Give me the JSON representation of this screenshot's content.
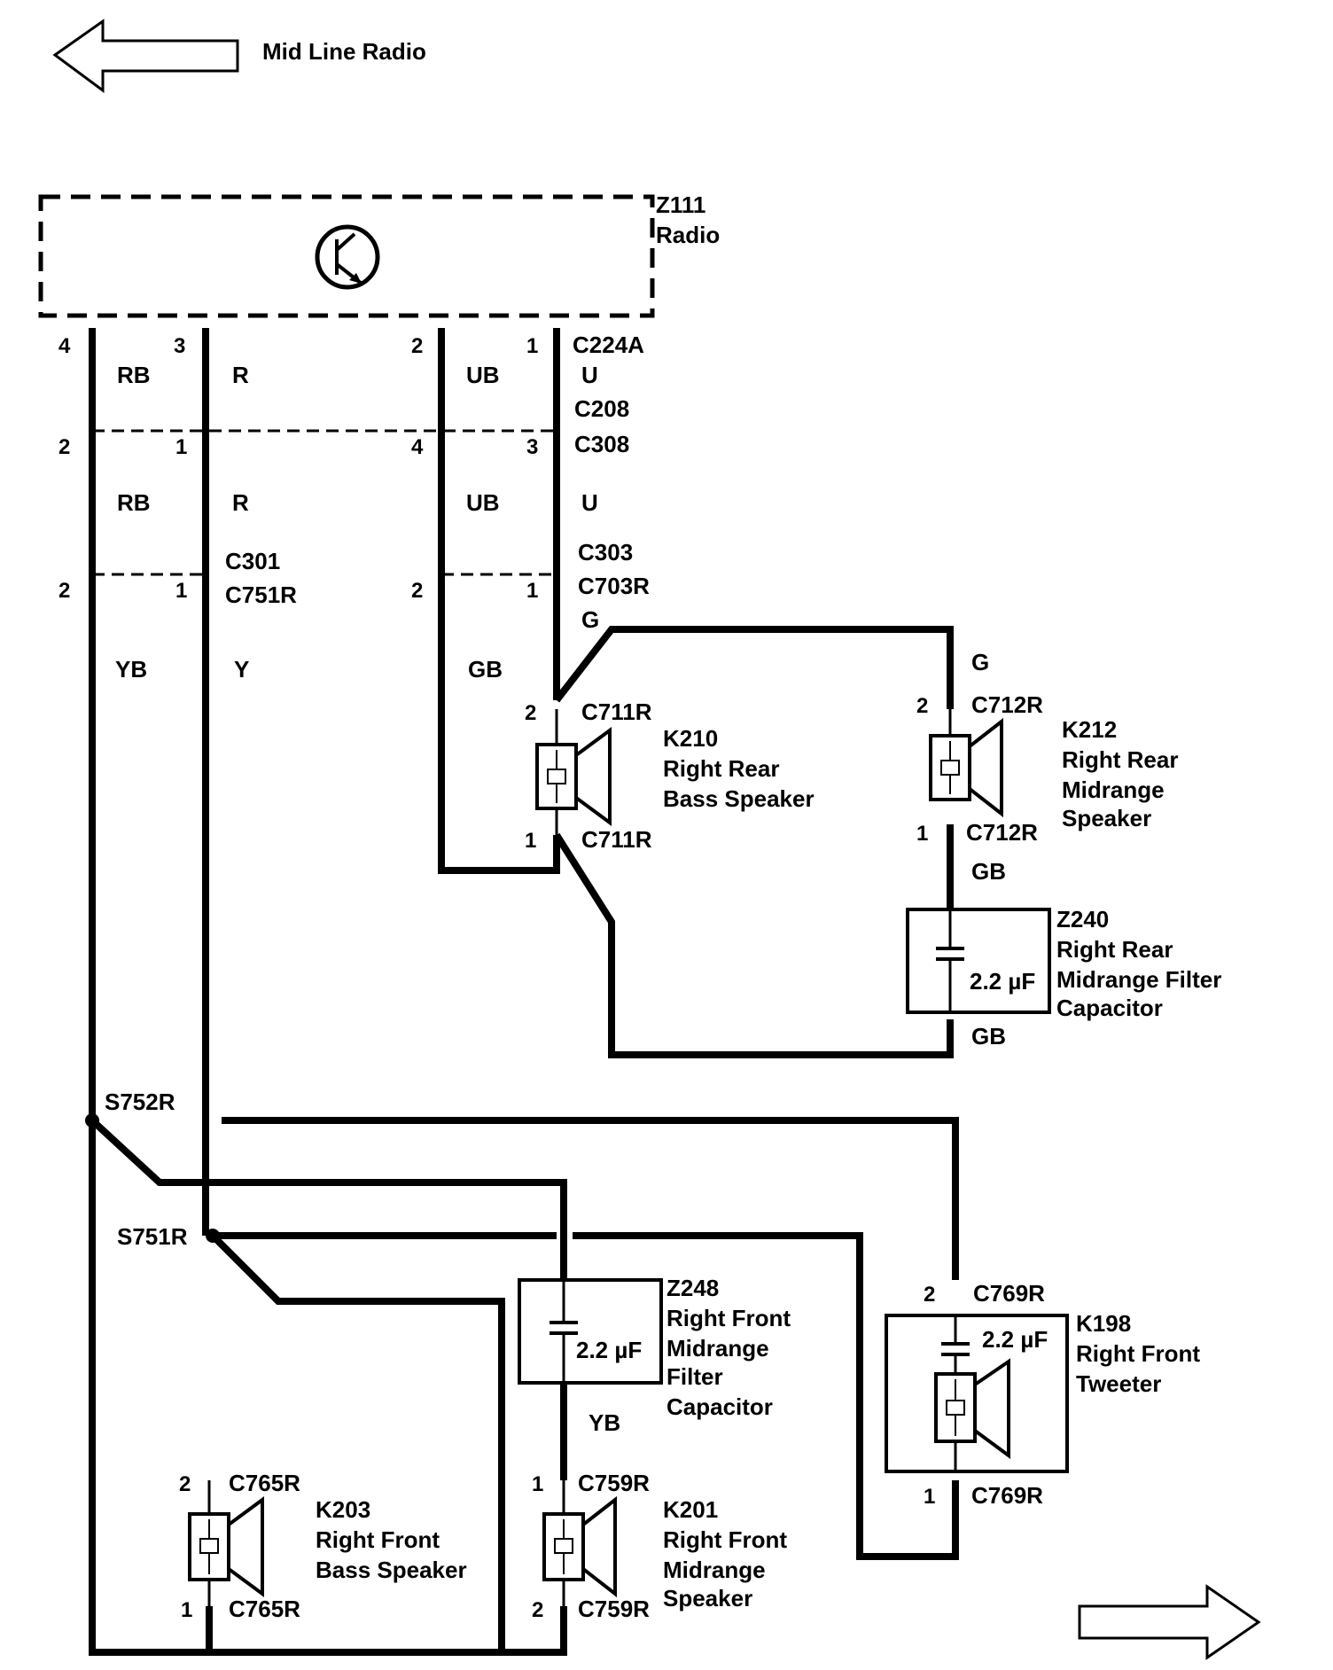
{
  "nav": {
    "left_label": "Mid Line Radio"
  },
  "radio": {
    "id": "Z111",
    "name": "Radio"
  },
  "connectors": {
    "c224a": "C224A",
    "c208": "C208",
    "c308": "C308",
    "c303": "C303",
    "c703r": "C703R",
    "c301": "C301",
    "c751r": "C751R",
    "c711r_top": "C711R",
    "c711r_bottom": "C711R",
    "c712r_top": "C712R",
    "c712r_bottom": "C712R",
    "c769r_top": "C769R",
    "c769r_bottom": "C769R",
    "c765r_top": "C765R",
    "c765r_bottom": "C765R",
    "c759r_top": "C759R",
    "c759r_bottom": "C759R"
  },
  "splices": {
    "s752r": "S752R",
    "s751r": "S751R"
  },
  "wire_colors": {
    "rb_top": "RB",
    "r_top": "R",
    "ub_top": "UB",
    "u_top": "U",
    "rb_mid": "RB",
    "r_mid": "R",
    "ub_mid": "UB",
    "u_mid": "U",
    "yb": "YB",
    "y": "Y",
    "gb_left": "GB",
    "g_k210": "G",
    "g_k212": "G",
    "gb_k212": "GB",
    "gb_z240": "GB",
    "yb_z248": "YB"
  },
  "pins": {
    "radio_4": "4",
    "radio_3": "3",
    "radio_2": "2",
    "radio_1": "1",
    "c308_2": "2",
    "c308_1": "1",
    "c308_4": "4",
    "c308_3": "3",
    "c751_2": "2",
    "c751_1": "1",
    "c703_2": "2",
    "c703_1": "1",
    "k210_2": "2",
    "k210_1": "1",
    "k212_2": "2",
    "k212_1": "1",
    "k198_2": "2",
    "k198_1": "1",
    "k203_2": "2",
    "k203_1": "1",
    "k201_1": "1",
    "k201_2": "2"
  },
  "components": {
    "k210": {
      "id": "K210",
      "line1": "Right Rear",
      "line2": "Bass Speaker"
    },
    "k212": {
      "id": "K212",
      "line1": "Right Rear",
      "line2": "Midrange",
      "line3": "Speaker"
    },
    "z240": {
      "id": "Z240",
      "line1": "Right Rear",
      "line2": "Midrange Filter",
      "line3": "Capacitor",
      "value": "2.2 µF"
    },
    "z248": {
      "id": "Z248",
      "line1": "Right Front",
      "line2": "Midrange",
      "line3": "Filter",
      "line4": "Capacitor",
      "value": "2.2 µF"
    },
    "k198": {
      "id": "K198",
      "line1": "Right Front",
      "line2": "Tweeter",
      "value": "2.2 µF"
    },
    "k203": {
      "id": "K203",
      "line1": "Right Front",
      "line2": "Bass Speaker"
    },
    "k201": {
      "id": "K201",
      "line1": "Right Front",
      "line2": "Midrange",
      "line3": "Speaker"
    }
  }
}
